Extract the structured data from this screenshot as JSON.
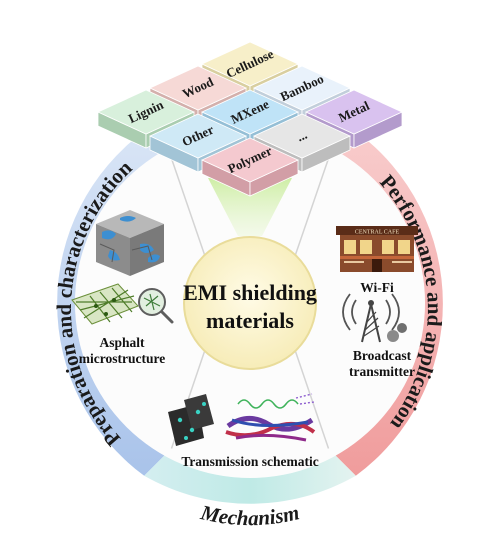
{
  "center": {
    "line1": "EMI shielding",
    "line2": "materials"
  },
  "ring": {
    "left": "Preparation and characterization",
    "right": "Performance and application",
    "bottom": "Mechanism"
  },
  "materials": [
    {
      "label": "Cellulose"
    },
    {
      "label": "Bamboo"
    },
    {
      "label": "Metal"
    },
    {
      "label": "Wood"
    },
    {
      "label": "MXene"
    },
    {
      "label": "..."
    },
    {
      "label": "Lignin"
    },
    {
      "label": "Other"
    },
    {
      "label": "Polymer"
    }
  ],
  "panels": {
    "asphalt": {
      "line1": "Asphalt",
      "line2": "microstructure"
    },
    "wifi": {
      "label": "Wi-Fi",
      "sign": "CENTRAL CAFE"
    },
    "broadcast": {
      "line1": "Broadcast",
      "line2": "transmitter"
    },
    "transmission": {
      "label": "Transmission schematic"
    }
  },
  "colors": {
    "left_ring": "#bfd2ee",
    "right_ring": "#f3b3b3",
    "bottom_ring": "#c8ecea",
    "center_fill": "#fdf5cf",
    "beam": "#d6f0b4"
  }
}
